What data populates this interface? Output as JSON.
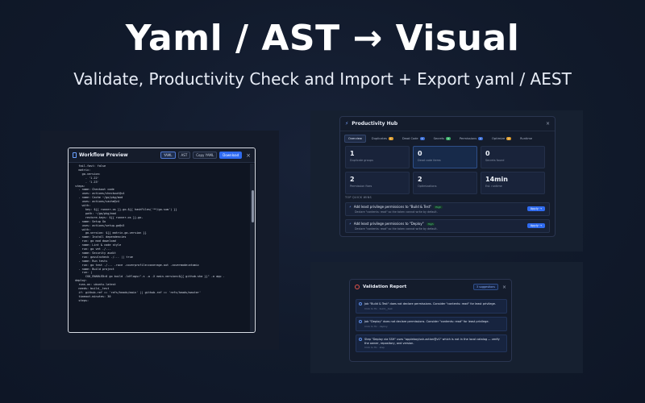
{
  "hero": {
    "title": "Yaml / AST → Visual",
    "subtitle": "Validate, Productivity Check and Import + Export yaml / AEST"
  },
  "workflow_preview": {
    "title": "Workflow Preview",
    "buttons": {
      "yaml": "YAML",
      "ast": "AST",
      "copy": "Copy YAML",
      "download": "Download"
    },
    "close": "×",
    "code_lines": [
      "    fail-fast: false",
      "    matrix:",
      "      go-version:",
      "        - '1.22'",
      "        - '1.23'",
      "  steps:",
      "    - name: Checkout code",
      "      uses: actions/checkout@v4",
      "    - name: Cache ~/go/pkg/mod",
      "      uses: actions/cache@v4",
      "      with:",
      "        key: ${{ runner.os }}-go-${{ hashFiles('**/go.sum') }}",
      "        path: ~/go/pkg/mod",
      "        restore-keys: ${{ runner.os }}-go-",
      "    - name: Setup Go",
      "      uses: actions/setup-go@v5",
      "      with:",
      "        go-version: ${{ matrix.go-version }}",
      "    - name: Install dependencies",
      "      run: go mod download",
      "    - name: Lint & code style",
      "      run: go vet ./...",
      "    - name: Security audit",
      "      run: govulncheck ./... || true",
      "    - name: Run tests",
      "      run: go test ./... -race -coverprofile=coverage.out -covermode=atomic",
      "    - name: Build project",
      "      run: |",
      "        CGO_ENABLED=0 go build -ldflags=\"-s -w -X main.version=${{ github.sha }}\" -o app .",
      "  deploy:",
      "    runs-on: ubuntu-latest",
      "    needs: build__test",
      "    if: github.ref == 'refs/heads/main' || github.ref == 'refs/heads/master'",
      "    timeout-minutes: 30",
      "    steps:"
    ]
  },
  "productivity_hub": {
    "title": "Productivity Hub",
    "close": "×",
    "tabs": [
      {
        "label": "Overview",
        "active": true,
        "badge": "",
        "badge_color": ""
      },
      {
        "label": "Duplicates",
        "active": false,
        "badge": "1",
        "badge_color": "#e0a030"
      },
      {
        "label": "Dead Code",
        "active": false,
        "badge": "0",
        "badge_color": "#3b6fd8"
      },
      {
        "label": "Secrets",
        "active": false,
        "badge": "0",
        "badge_color": "#3bb36a"
      },
      {
        "label": "Permissions",
        "active": false,
        "badge": "2",
        "badge_color": "#3b6fd8"
      },
      {
        "label": "Optimize",
        "active": false,
        "badge": "2",
        "badge_color": "#e0a030"
      },
      {
        "label": "Runtime",
        "active": false,
        "badge": "",
        "badge_color": ""
      }
    ],
    "stats": [
      {
        "value": "1",
        "label": "Duplicate groups",
        "highlight": false
      },
      {
        "value": "0",
        "label": "Dead code items",
        "highlight": true
      },
      {
        "value": "0",
        "label": "Secrets found",
        "highlight": false
      },
      {
        "value": "2",
        "label": "Permission fixes",
        "highlight": false
      },
      {
        "value": "2",
        "label": "Optimizations",
        "highlight": false
      },
      {
        "value": "14min",
        "label": "Est. runtime",
        "highlight": false
      }
    ],
    "wins_label": "TOP QUICK WINS",
    "wins": [
      {
        "title": "Add least privilege permissions to \"Build & Test\"",
        "tag": "High",
        "desc": "Declare \"contents: read\" so the token cannot write by default.",
        "action": "Apply →"
      },
      {
        "title": "Add least privilege permissions to \"Deploy\"",
        "tag": "High",
        "desc": "Declare \"contents: read\" so the token cannot write by default.",
        "action": "Apply →"
      }
    ]
  },
  "validation_report": {
    "title": "Validation Report",
    "button": "3 suggestions",
    "close": "×",
    "issues": [
      {
        "text": "Job \"Build & Test\" does not declare permissions. Consider \"contents: read\" for least privilege.",
        "meta": "Click to fix · build__test"
      },
      {
        "text": "Job \"Deploy\" does not declare permissions. Consider \"contents: read\" for least privilege.",
        "meta": "Click to fix · deploy"
      },
      {
        "text": "Step \"Deploy via SSH\" uses \"appleboy/ssh-action@v1\" which is not in the local catalog — verify the owner, repository, and version.",
        "meta": "Click to fix · step"
      }
    ]
  }
}
